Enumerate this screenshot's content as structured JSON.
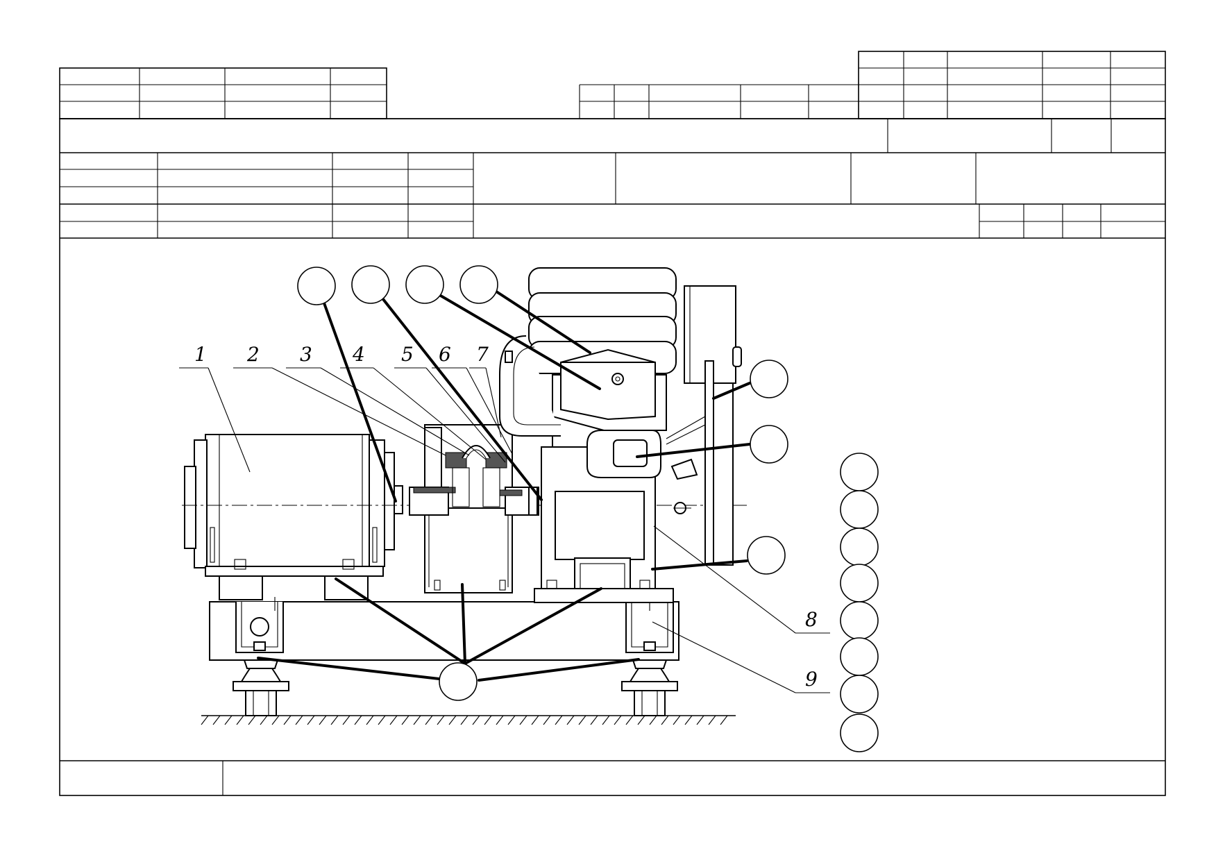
{
  "diagram": {
    "position_labels": [
      "1",
      "2",
      "3",
      "4",
      "5",
      "6",
      "7",
      "8",
      "9"
    ],
    "callout_balloons": {
      "top_row": 4,
      "right_side": 3,
      "bottom": 1,
      "empty_column": 8
    }
  }
}
